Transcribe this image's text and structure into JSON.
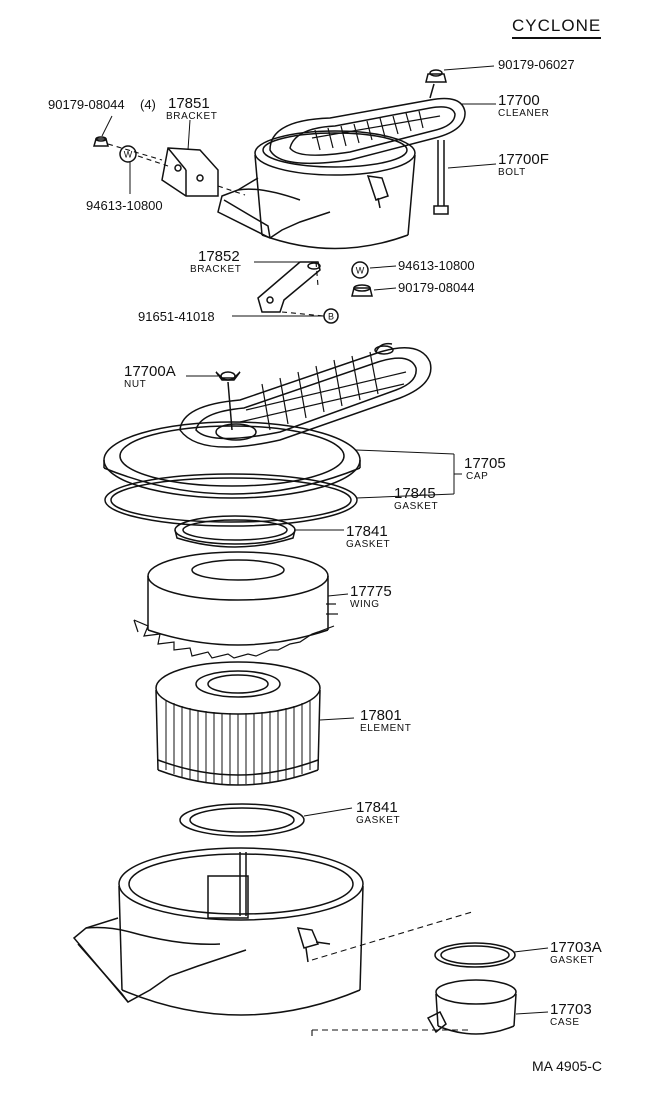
{
  "title": "CYCLONE",
  "drawing_code": "MA  4905-C",
  "parts": {
    "p90179_06027": {
      "number": "90179-06027"
    },
    "p17700": {
      "number": "17700",
      "name": "CLEANER"
    },
    "p90179_08044_4": {
      "number": "90179-08044",
      "qty": "(4)"
    },
    "p17851": {
      "number": "17851",
      "name": "BRACKET"
    },
    "p94613_10800_a": {
      "number": "94613-10800"
    },
    "p17700F": {
      "number": "17700F",
      "name": "BOLT"
    },
    "p17852": {
      "number": "17852",
      "name": "BRACKET"
    },
    "p94613_10800_b": {
      "number": "94613-10800"
    },
    "p90179_08044_b": {
      "number": "90179-08044"
    },
    "p91651_41018": {
      "number": "91651-41018"
    },
    "p17700A": {
      "number": "17700A",
      "name": "NUT"
    },
    "p17705": {
      "number": "17705",
      "name": "CAP"
    },
    "p17845": {
      "number": "17845",
      "name": "GASKET"
    },
    "p17841_a": {
      "number": "17841",
      "name": "GASKET"
    },
    "p17775": {
      "number": "17775",
      "name": "WING"
    },
    "p17801": {
      "number": "17801",
      "name": "ELEMENT"
    },
    "p17841_b": {
      "number": "17841",
      "name": "GASKET"
    },
    "p17703A": {
      "number": "17703A",
      "name": "GASKET"
    },
    "p17703": {
      "number": "17703",
      "name": "CASE"
    }
  },
  "markers": {
    "washer": "W",
    "bolt": "B"
  }
}
